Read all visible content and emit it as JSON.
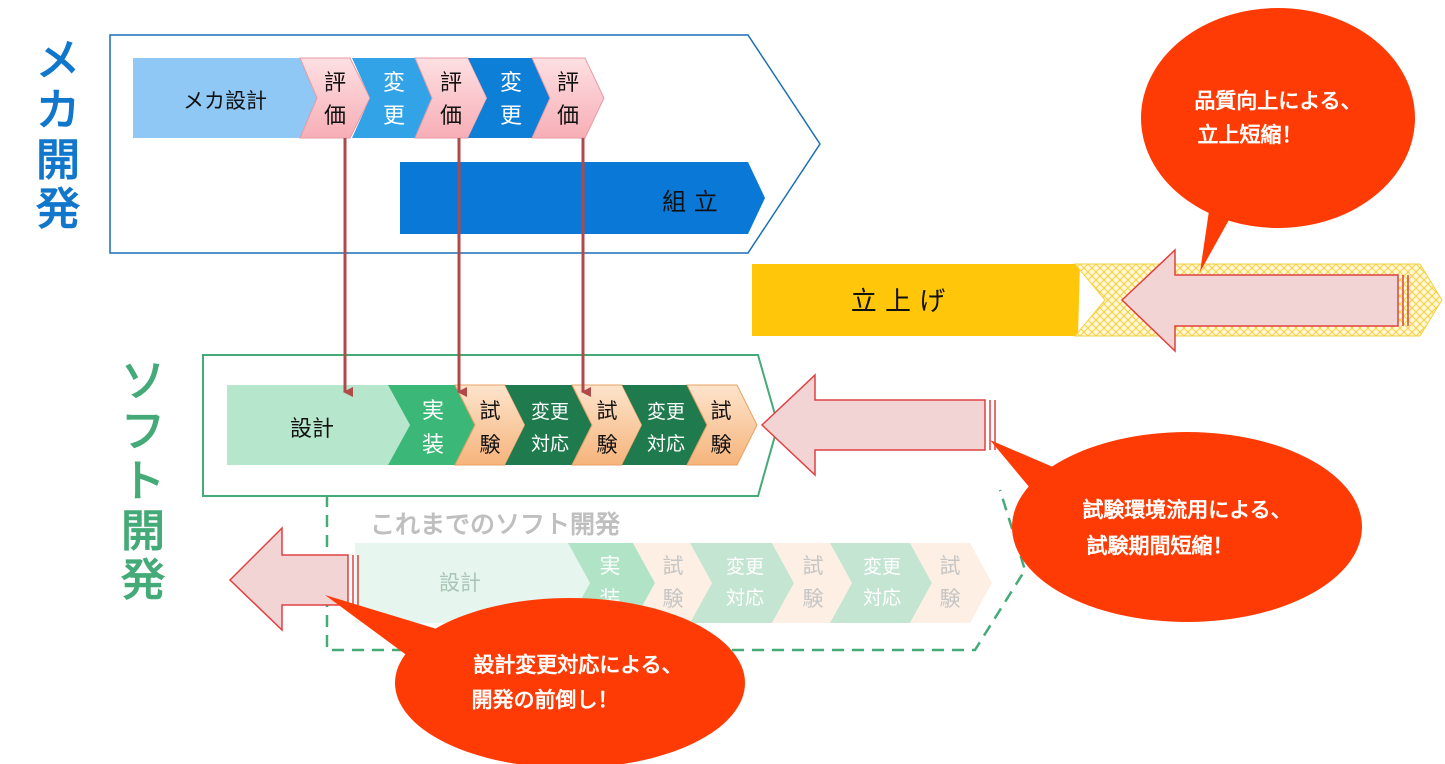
{
  "mecha": {
    "title": [
      "メ",
      "カ",
      "開",
      "発"
    ],
    "design": "メカ設計",
    "steps": [
      {
        "label": [
          "評",
          "価"
        ],
        "kind": "eval"
      },
      {
        "label": [
          "変",
          "更"
        ],
        "kind": "change"
      },
      {
        "label": [
          "評",
          "価"
        ],
        "kind": "eval"
      },
      {
        "label": [
          "変",
          "更"
        ],
        "kind": "change2"
      },
      {
        "label": [
          "評",
          "価"
        ],
        "kind": "eval"
      }
    ],
    "assembly": "組 立"
  },
  "ramp": {
    "label": "立 上 げ"
  },
  "soft": {
    "title": [
      "ソ",
      "フ",
      "ト",
      "開",
      "発"
    ],
    "design": "設計",
    "steps": [
      {
        "label": [
          "実",
          "装"
        ],
        "kind": "impl"
      },
      {
        "label": [
          "試",
          "験"
        ],
        "kind": "test"
      },
      {
        "label": [
          "変更",
          "対応"
        ],
        "kind": "change"
      },
      {
        "label": [
          "試",
          "験"
        ],
        "kind": "test"
      },
      {
        "label": [
          "変更",
          "対応"
        ],
        "kind": "change"
      },
      {
        "label": [
          "試",
          "験"
        ],
        "kind": "test"
      }
    ]
  },
  "previous": {
    "title": "これまでのソフト開発",
    "design": "設計",
    "steps": [
      {
        "label": [
          "実",
          "装"
        ]
      },
      {
        "label": [
          "試",
          "験"
        ]
      },
      {
        "label": [
          "変更",
          "対応"
        ]
      },
      {
        "label": [
          "試",
          "験"
        ]
      },
      {
        "label": [
          "変更",
          "対応"
        ]
      },
      {
        "label": [
          "試",
          "験"
        ]
      }
    ]
  },
  "callouts": {
    "quality": [
      "品質向上による、",
      "立上短縮！"
    ],
    "testenv": [
      "試験環境流用による、",
      "試験期間短縮！"
    ],
    "design_change": [
      "設計変更対応による、",
      "開発の前倒し！"
    ]
  },
  "colors": {
    "mecha_title": "#1177cc",
    "soft_title": "#44aa77",
    "eval_pink": "#f9c0c6",
    "change_blue": "#33a3e8",
    "change_blue_dark": "#0d7fd6",
    "assembly_blue": "#0a78d6",
    "design_light_blue": "#8fc8f5",
    "ramp_yellow": "#ffc60a",
    "soft_design": "#b6e6cc",
    "soft_impl": "#3bb877",
    "soft_change": "#1f7a4e",
    "soft_test": "#f9c79a",
    "callout_red": "#ff3b05",
    "arrow_pink": "#f2d4d4",
    "link_line": "#b04a4a"
  }
}
